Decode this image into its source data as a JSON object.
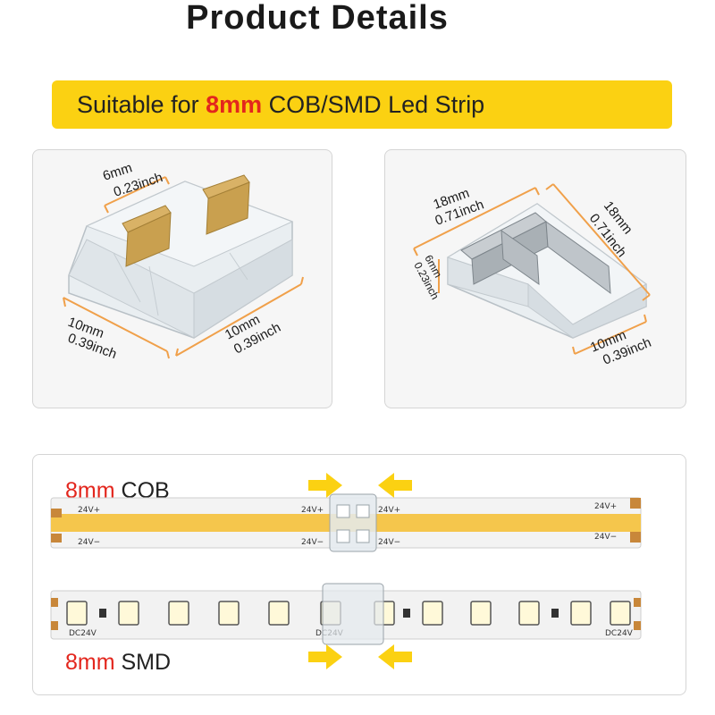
{
  "title": "Product Details",
  "banner": {
    "prefix": "Suitable for ",
    "highlight": "8mm",
    "suffix": " COB/SMD Led Strip"
  },
  "straight_connector": {
    "top_mm": "6mm",
    "top_inch": "0.23inch",
    "left_mm": "10mm",
    "left_inch": "0.39inch",
    "right_mm": "10mm",
    "right_inch": "0.39inch"
  },
  "l_connector": {
    "left_mm": "18mm",
    "left_inch": "0.71inch",
    "right_mm": "18mm",
    "right_inch": "0.71inch",
    "height_mm": "6mm",
    "height_inch": "0.23inch",
    "bottom_mm": "10mm",
    "bottom_inch": "0.39inch"
  },
  "cob_strip": {
    "size": "8mm",
    "type": " COB",
    "plus_label": "24V+",
    "minus_label": "24V−"
  },
  "smd_strip": {
    "size": "8mm",
    "type": " SMD",
    "dc_label": "DC24V"
  },
  "colors": {
    "accent_yellow": "#fbd112",
    "red": "#e3261d",
    "dimension_orange": "#f0a04a",
    "cob_yellow": "#f5c64c"
  }
}
